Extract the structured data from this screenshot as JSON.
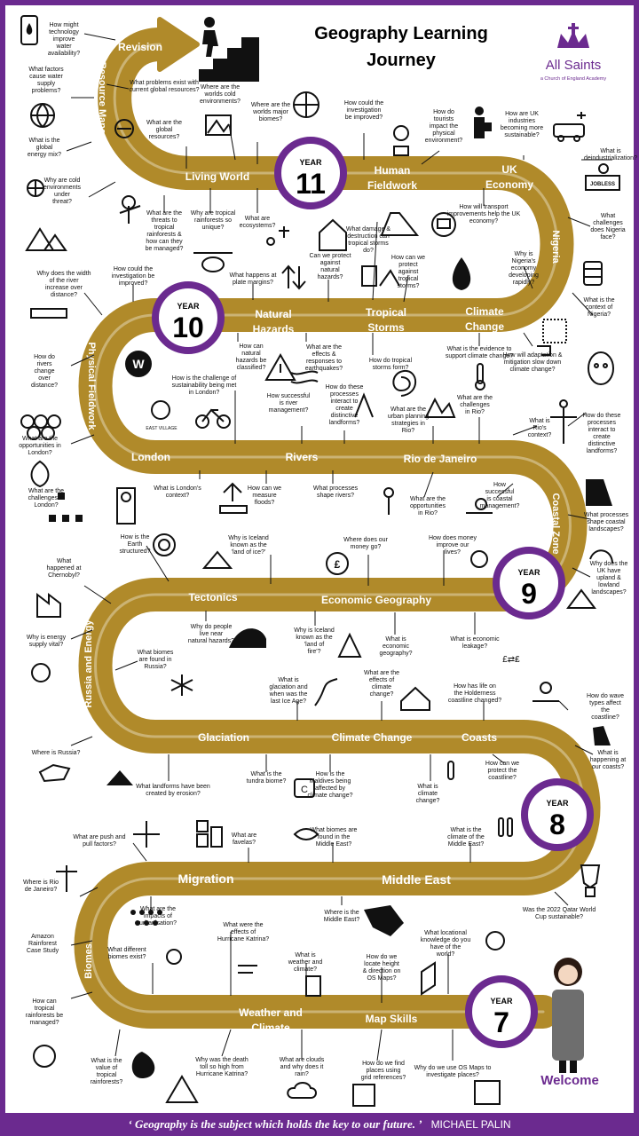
{
  "header": {
    "title_line1": "Geography Learning",
    "title_line2": "Journey",
    "school_name": "All Saints",
    "school_subtitle": "a Church of England Academy",
    "brand_color": "#6b2a8f",
    "road_color": "#b08a2a",
    "logo_icon": "crown-cross-icon"
  },
  "welcome_label": "Welcome",
  "year_badges": [
    {
      "label": "YEAR",
      "number": "11"
    },
    {
      "label": "YEAR",
      "number": "10"
    },
    {
      "label": "YEAR",
      "number": "9"
    },
    {
      "label": "YEAR",
      "number": "8"
    },
    {
      "label": "YEAR",
      "number": "7"
    }
  ],
  "topics": [
    "Revision",
    "Resource Management",
    "Living World",
    "Human",
    "Fieldwork",
    "UK",
    "Economy",
    "Nigeria",
    "Natural",
    "Hazards",
    "Tropical",
    "Storms",
    "Climate",
    "Change",
    "Physical Fieldwork",
    "London",
    "Rivers",
    "Rio de Janeiro",
    "Coastal Zone",
    "Tectonics",
    "Economic Geography",
    "Russia and Energy",
    "Glaciation",
    "Climate Change",
    "Coasts",
    "Migration",
    "Middle East",
    "Biomes",
    "Weather and",
    "Climate",
    "Map Skills"
  ],
  "questions": [
    "How might technology improve water availability?",
    "What factors cause water supply problems?",
    "What is the global energy mix?",
    "Why are cold environments under threat?",
    "What problems exist with current global resources?",
    "What are the global resources?",
    "Where are the worlds cold environments?",
    "Where are the worlds major biomes?",
    "How could the investigation be improved?",
    "How do tourists impact the physical environment?",
    "How are UK industries becoming more sustainable?",
    "What is deindustrialization?",
    "What are the threats to tropical rainforests & how can they be managed?",
    "Why are tropical rainforests so unique?",
    "What are ecosystems?",
    "What damage & destruction can tropical storms do?",
    "How will transport improvements help the UK economy?",
    "What challenges does Nigeria face?",
    "Why does the width of the river increase over distance?",
    "How could the investigation be improved?",
    "What happens at plate margins?",
    "Can we protect against natural hazards?",
    "How can we protect against tropical storms?",
    "Why is Nigeria's economy developing rapidly?",
    "What is the context of Nigeria?",
    "How do rivers change over distance?",
    "How can natural hazards be classified?",
    "What are the effects & responses to earthquakes?",
    "How do tropical storms form?",
    "What is the evidence to support climate change?",
    "How will adaptation & mitigation slow down climate change?",
    "How is the challenge of sustainability being met in London?",
    "How successful is river management?",
    "How do these processes interact to create distinctive landforms?",
    "What are the urban planning strategies in Rio?",
    "What are the challenges in Rio?",
    "What is Rio's context?",
    "How do these processes interact to create distinctive landforms?",
    "What are the opportunities in London?",
    "What are the challenges in London?",
    "What is London's context?",
    "How can we measure floods?",
    "What processes shape rivers?",
    "What are the opportunities in Rio?",
    "How successful is coastal management?",
    "What processes shape coastal landscapes?",
    "How is the Earth structured?",
    "Why is Iceland known as the 'land of ice?'",
    "Where does our money go?",
    "How does money improve our lives?",
    "What happened at Chernobyl?",
    "Why does the UK have upland & lowland landscapes?",
    "Why do people live near natural hazards?",
    "Why is Iceland known as the 'land of fire'?",
    "What is economic geography?",
    "What is economic leakage?",
    "Why is energy supply vital?",
    "What biomes are found in Russia?",
    "What is glaciation and when was the last Ice Age?",
    "What are the effects of climate change?",
    "How has life on the Holderness coastline changed?",
    "How do wave types affect the coastline?",
    "What is happening at our coasts?",
    "Where is Russia?",
    "What landforms have been created by erosion?",
    "What is the tundra biome?",
    "How is the Maldives being affected by climate change?",
    "What is climate change?",
    "How can we protect the coastline?",
    "What are push and pull factors?",
    "What are favelas?",
    "What biomes are found in the Middle East?",
    "What is the climate of the Middle East?",
    "Where is Rio de Janeiro?",
    "What are the impacts of urbanisation?",
    "Where is the Middle East?",
    "Was the 2022 Qatar World Cup sustainable?",
    "Amazon Rainforest Case Study",
    "What different biomes exist?",
    "What were the effects of Hurricane Katrina?",
    "What is weather and climate?",
    "How do we locate height & direction on OS Maps?",
    "What locational knowledge do you have of the world?",
    "How can tropical rainforests be managed?",
    "What is the value of tropical rainforests?",
    "Why was the death toll so high from Hurricane Katrina?",
    "What are clouds and why does it rain?",
    "How do we find places using grid references?",
    "Why do we use OS Maps to investigate places?"
  ],
  "icon_labels": {
    "east_village": "EAST VILLAGE",
    "jobless": "JOBLESS",
    "currency_exchange": "£⇄₤"
  },
  "footer": {
    "quote": "‘ Geography is the subject which holds the key to our future. ’",
    "author": "MICHAEL PALIN"
  },
  "icons": [
    "phone-water-icon",
    "globe-icon",
    "energy-icon",
    "mountain-icon",
    "recycle-globe-icon",
    "arctic-icon",
    "world-map-icon",
    "investigation-icon",
    "tourist-icon",
    "plug-car-icon",
    "jobless-sign-icon",
    "tree-axe-icon",
    "sloth-icon",
    "ecosystem-icon",
    "house-shield-icon",
    "road-icon",
    "transport-icon",
    "oil-drum-icon",
    "ruler-icon",
    "plate-arrows-icon",
    "storm-house-icon",
    "oil-drop-icon",
    "map-dots-icon",
    "warning-icon",
    "spiral-icon",
    "thermometer-icon",
    "tap-icon",
    "person-face-icon",
    "w-circle-icon",
    "east-village-icon",
    "cyclist-icon",
    "river-icon",
    "landform-icon",
    "rio-icon",
    "christ-statue-icon",
    "rings-icon",
    "leaf-icon",
    "org-chart-icon",
    "big-ben-icon",
    "flood-icon",
    "favela-person-icon",
    "coin-hand-icon",
    "cliff-icon",
    "wave-icon",
    "earth-layers-icon",
    "iceland-icon",
    "money-bag-icon",
    "money-gear-icon",
    "factory-icon",
    "mountains-icon",
    "volcano-icon",
    "tsunami-house-icon",
    "exchange-icon",
    "dots-icon",
    "snowflake-icon",
    "glacier-river-icon",
    "flooded-house-icon",
    "hand-people-icon",
    "rockfall-icon",
    "russia-map-icon",
    "arch-icon",
    "maldives-icon",
    "thermometer-rain-icon",
    "migration-icon",
    "favela-icon",
    "fish-icon",
    "thermometers-icon",
    "people-icon",
    "middle-east-map-icon",
    "world-cup-icon",
    "weather-icon",
    "wind-icon",
    "rain-gauge-icon",
    "location-pin-icon",
    "hands-heart-icon",
    "monstera-icon",
    "cloud-icon",
    "grid-icon",
    "os-map-icon",
    "climber-stairs-icon",
    "student-avatar-icon"
  ]
}
